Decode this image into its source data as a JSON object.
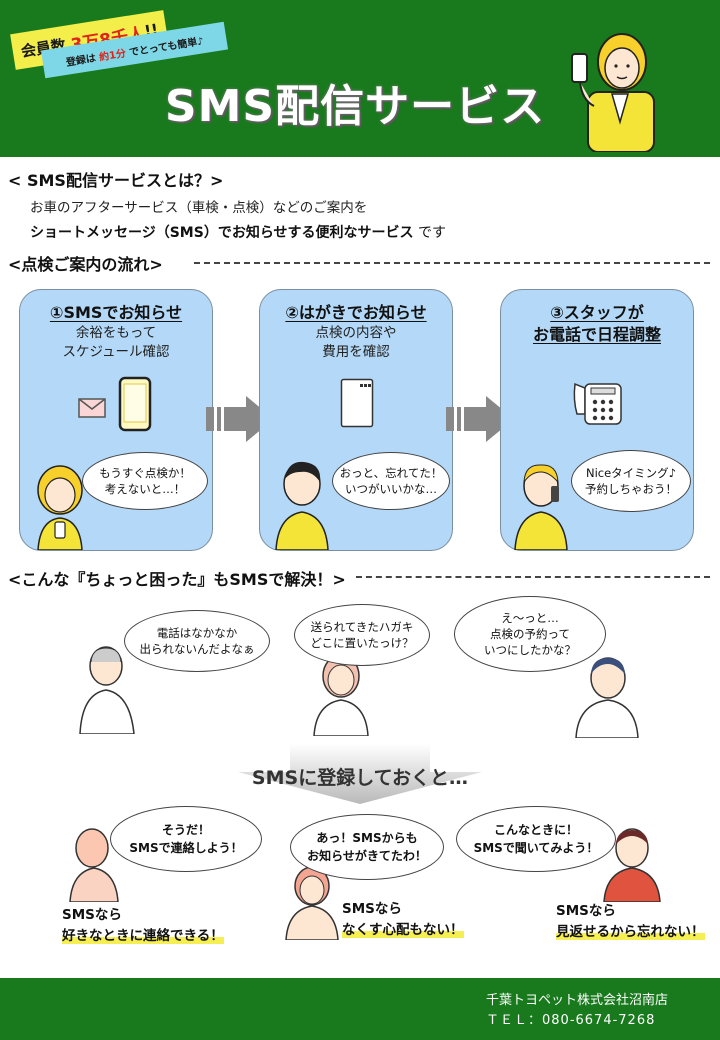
{
  "header": {
    "badge_members_prefix": "会員数",
    "badge_members_count": "3万8千人",
    "badge_members_suffix": "!!",
    "badge_register_prefix": "登録は",
    "badge_register_time": "約1分",
    "badge_register_suffix": "でとっても簡単♪",
    "title": "SMS配信サービス"
  },
  "intro": {
    "heading": "< SMS配信サービスとは？>",
    "line1": "お車のアフターサービス（車検・点検）などのご案内を",
    "line2_bold": "ショートメッセージ（SMS）でお知らせする便利なサービス",
    "line2_tail": "です"
  },
  "flow": {
    "heading": "<点検ご案内の流れ>",
    "steps": [
      {
        "title": "①SMSでお知らせ",
        "sub1": "余裕をもって",
        "sub2": "スケジュール確認",
        "bubble1": "もうすぐ点検か！",
        "bubble2": "考えないと…！"
      },
      {
        "title": "②はがきでお知らせ",
        "sub1": "点検の内容や",
        "sub2": "費用を確認",
        "bubble1": "おっと、忘れてた！",
        "bubble2": "いつがいいかな…"
      },
      {
        "title1": "③スタッフが",
        "title2": "お電話で日程調整",
        "bubble1": "Niceタイミング♪",
        "bubble2": "予約しちゃおう！"
      }
    ]
  },
  "trouble": {
    "heading": "<こんな『ちょっと困った』もSMSで解決！>",
    "bubbles": [
      {
        "line1": "電話はなかなか",
        "line2": "出られないんだよなぁ"
      },
      {
        "line1": "送られてきたハガキ",
        "line2": "どこに置いたっけ？"
      },
      {
        "line1": "え～っと…",
        "line2": "点検の予約って",
        "line3": "いつにしたかな？"
      }
    ]
  },
  "solution": {
    "arrow_text": "SMSに登録しておくと…",
    "bubbles": [
      {
        "line1": "そうだ！",
        "line2": "SMSで連絡しよう！"
      },
      {
        "line1": "あっ！SMSからも",
        "line2": "お知らせがきてたわ！"
      },
      {
        "line1": "こんなときに！",
        "line2": "SMSで聞いてみよう！"
      }
    ],
    "results": [
      {
        "line1": "SMSなら",
        "line2": "好きなときに連絡できる！"
      },
      {
        "line1": "SMSなら",
        "line2": "なくす心配もない！"
      },
      {
        "line1": "SMSなら",
        "line2": "見返せるから忘れない！"
      }
    ]
  },
  "footer": {
    "company": "千葉トヨペット株式会社沼南店",
    "tel": "ＴＥＬ：080-6674-7268"
  },
  "colors": {
    "green": "#187a1c",
    "card_blue": "#b4d8f7",
    "highlight_yellow": "#f6ef54",
    "badge_yellow": "#f4ee4a",
    "badge_cyan": "#7ed7e6",
    "accent_red": "#e0231b"
  },
  "icons": [
    "woman-phone-illustration",
    "envelope-icon",
    "smartphone-icon",
    "postcard-icon",
    "desk-phone-icon",
    "arrow-right-icon",
    "arrow-down-icon"
  ]
}
